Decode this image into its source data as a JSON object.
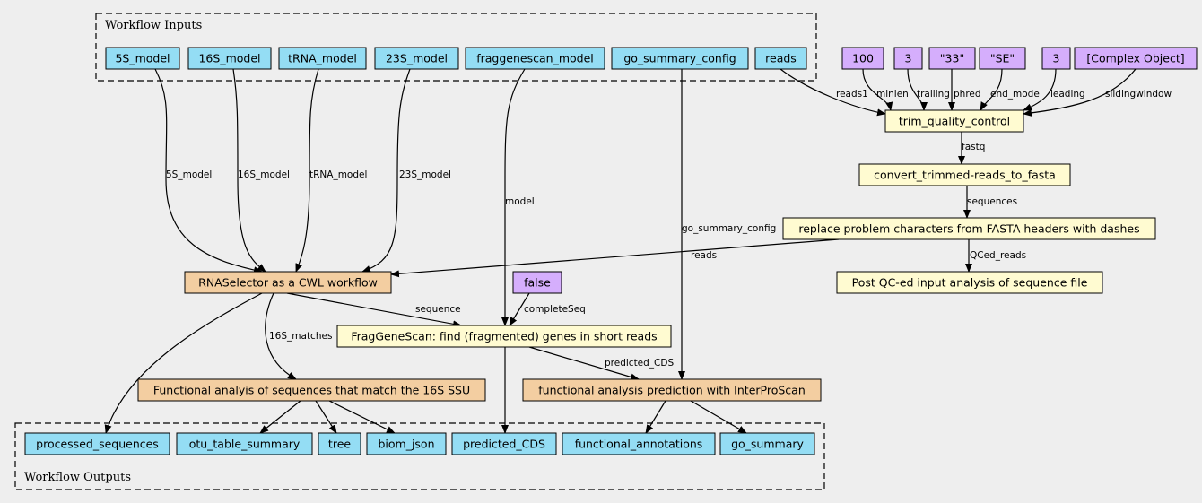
{
  "colors": {
    "background": "#eeeeee",
    "input": "#94ddf4",
    "output": "#94ddf4",
    "default": "#d5aefc",
    "tool": "#fffbd1",
    "subworkflow": "#f3cea1"
  },
  "clusters": {
    "inputs": "Workflow Inputs",
    "outputs": "Workflow Outputs"
  },
  "nodes": {
    "in_5S": "5S_model",
    "in_16S": "16S_model",
    "in_tRNA": "tRNA_model",
    "in_23S": "23S_model",
    "in_fgs": "fraggenescan_model",
    "in_go": "go_summary_config",
    "in_reads": "reads",
    "d_100": "100",
    "d_3a": "3",
    "d_33": "\"33\"",
    "d_SE": "\"SE\"",
    "d_3b": "3",
    "d_complex": "[Complex Object]",
    "trim": "trim_quality_control",
    "convert": "convert_trimmed-reads_to_fasta",
    "replace": "replace problem characters from FASTA headers with dashes",
    "postqc": "Post QC-ed input analysis of sequence file",
    "rnasel": "RNASelector as a CWL workflow",
    "d_false": "false",
    "fgs": "FragGeneScan: find (fragmented) genes in short reads",
    "func16s": "Functional analyis of sequences that match the 16S SSU",
    "interpro": "functional analysis prediction with InterProScan",
    "out_processed": "processed_sequences",
    "out_otu": "otu_table_summary",
    "out_tree": "tree",
    "out_biom": "biom_json",
    "out_pcds": "predicted_CDS",
    "out_func": "functional_annotations",
    "out_go": "go_summary"
  },
  "edge_labels": {
    "reads1": "reads1",
    "minlen": "minlen",
    "trailing": "trailing",
    "phred": "phred",
    "end_mode": "end_mode",
    "leading": "leading",
    "slidingwindow": "slidingwindow",
    "fastq": "fastq",
    "sequences": "sequences",
    "qced": "QCed_reads",
    "reads": "reads",
    "m5S": "5S_model",
    "m16S": "16S_model",
    "mtRNA": "tRNA_model",
    "m23S": "23S_model",
    "model": "model",
    "goconf": "go_summary_config",
    "sequence": "sequence",
    "completeSeq": "completeSeq",
    "matches": "16S_matches",
    "pcds": "predicted_CDS"
  }
}
